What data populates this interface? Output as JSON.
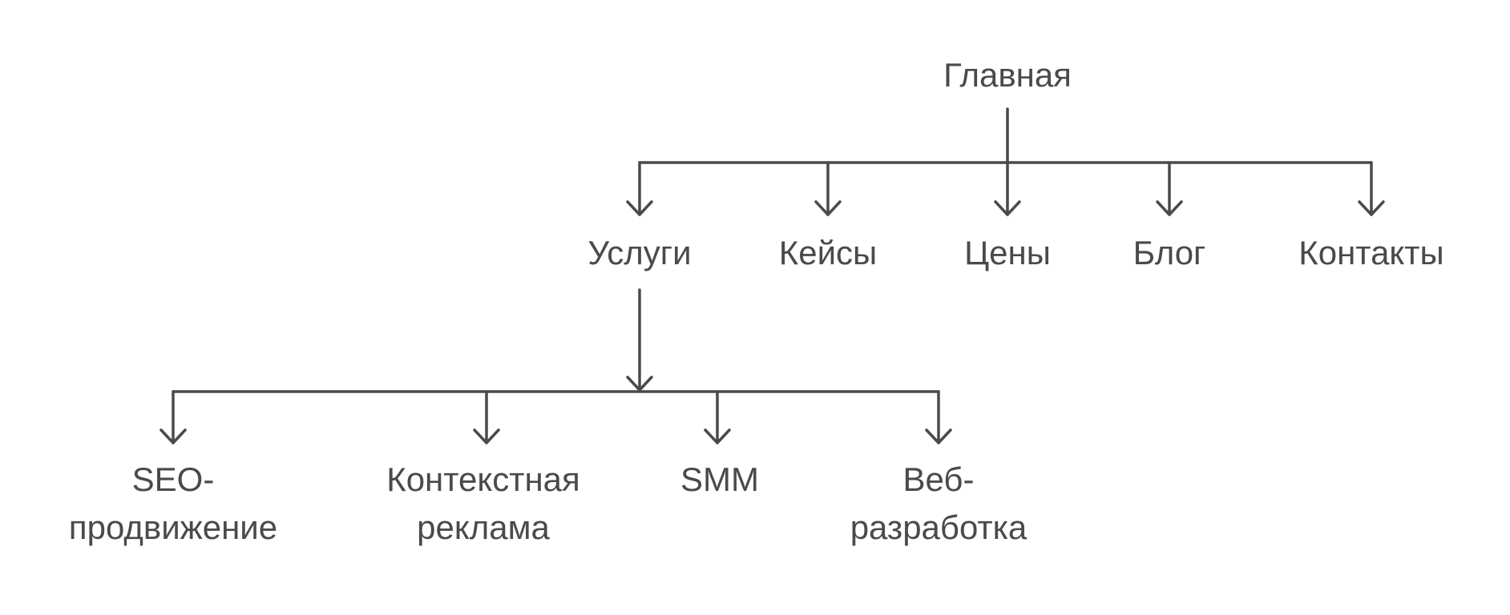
{
  "root": {
    "label": "Главная"
  },
  "level1": [
    {
      "label": "Услуги"
    },
    {
      "label": "Кейсы"
    },
    {
      "label": "Цены"
    },
    {
      "label": "Блог"
    },
    {
      "label": "Контакты"
    }
  ],
  "services_children": [
    {
      "line1": "SEO-",
      "line2": "продвижение"
    },
    {
      "line1": "Контекстная",
      "line2": "реклама"
    },
    {
      "line1": "SMM",
      "line2": ""
    },
    {
      "line1": "Веб-",
      "line2": "разработка"
    }
  ],
  "colors": {
    "stroke": "#4a4a4a",
    "text": "#4a4a4a"
  }
}
